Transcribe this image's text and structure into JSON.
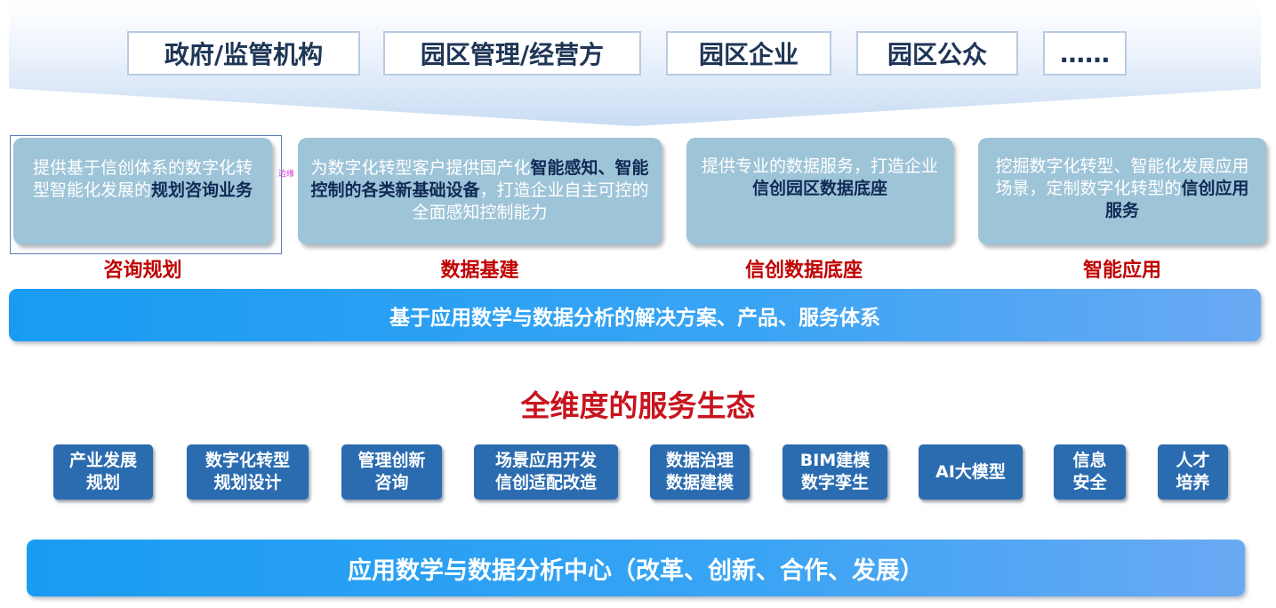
{
  "roles": [
    "政府/监管机构",
    "园区管理/经营方",
    "园区企业",
    "园区公众",
    "……"
  ],
  "cards": [
    {
      "parts": [
        "提供基于信创体系的数字化转型智能化发展的",
        "规划咨询业务"
      ],
      "caption": "咨询规划"
    },
    {
      "parts": [
        "为数字化转型客户提供国产化",
        "智能感知、智能控制的各类新基础设备",
        "，打造企业自主可控的全面感知控制能力"
      ],
      "caption": "数据基建"
    },
    {
      "parts": [
        "提供专业的数据服务，打造企业",
        "信创园区数据底座"
      ],
      "caption": "信创数据底座"
    },
    {
      "parts": [
        "挖掘数字化转型、智能化发展应用场景，定制数字化转型的",
        "信创应用服务"
      ],
      "caption": "智能应用"
    }
  ],
  "edge_label": "边缘",
  "solution_bar": "基于应用数学与数据分析的解决方案、产品、服务体系",
  "ecosystem_title": "全维度的服务生态",
  "services": [
    [
      "产业发展",
      "规划"
    ],
    [
      "数字化转型",
      "规划设计"
    ],
    [
      "管理创新",
      "咨询"
    ],
    [
      "场景应用开发",
      "信创适配改造"
    ],
    [
      "数据治理",
      "数据建模"
    ],
    [
      "BIM建模",
      "数字孪生"
    ],
    [
      "AI大模型",
      ""
    ],
    [
      "信息",
      "安全"
    ],
    [
      "人才",
      "培养"
    ]
  ],
  "center_bar": "应用数学与数据分析中心（改革、创新、合作、发展）"
}
